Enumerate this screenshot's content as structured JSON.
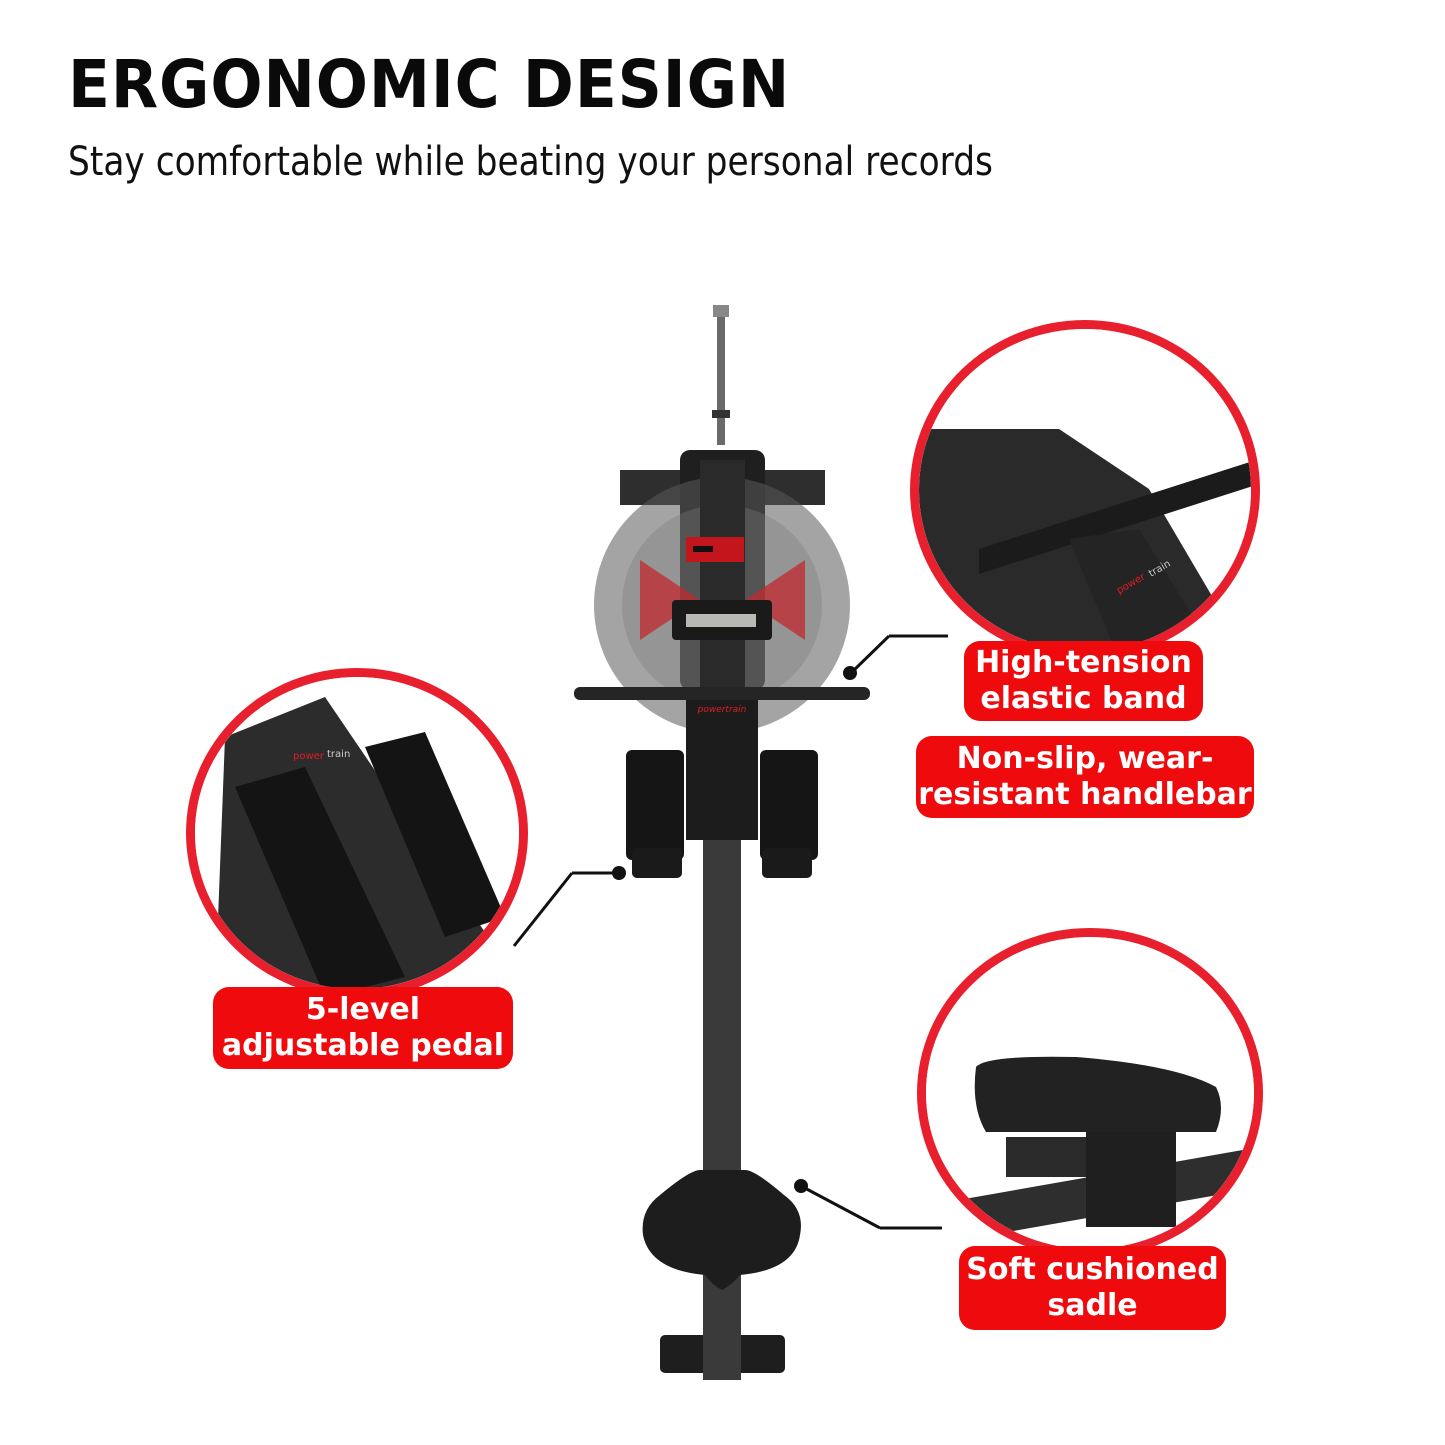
{
  "header": {
    "title": "ERGONOMIC DESIGN",
    "subtitle": "Stay comfortable while beating your personal records"
  },
  "product": {
    "brand_text": "powertrain",
    "brand_color": "#e31b23",
    "frame_color": "#2b2b2b"
  },
  "callouts": [
    {
      "id": "elastic-band",
      "line1": "High-tension",
      "line2": "elastic band"
    },
    {
      "id": "handlebar",
      "line1": "Non-slip, wear-",
      "line2": "resistant handlebar"
    },
    {
      "id": "pedal",
      "line1": "5-level",
      "line2": "adjustable pedal"
    },
    {
      "id": "saddle",
      "line1": "Soft cushioned",
      "line2": "sadle"
    }
  ],
  "colors": {
    "label_bg": "#ee0a0d",
    "circle_border": "#e8202e",
    "text": "#0a0a0a"
  }
}
